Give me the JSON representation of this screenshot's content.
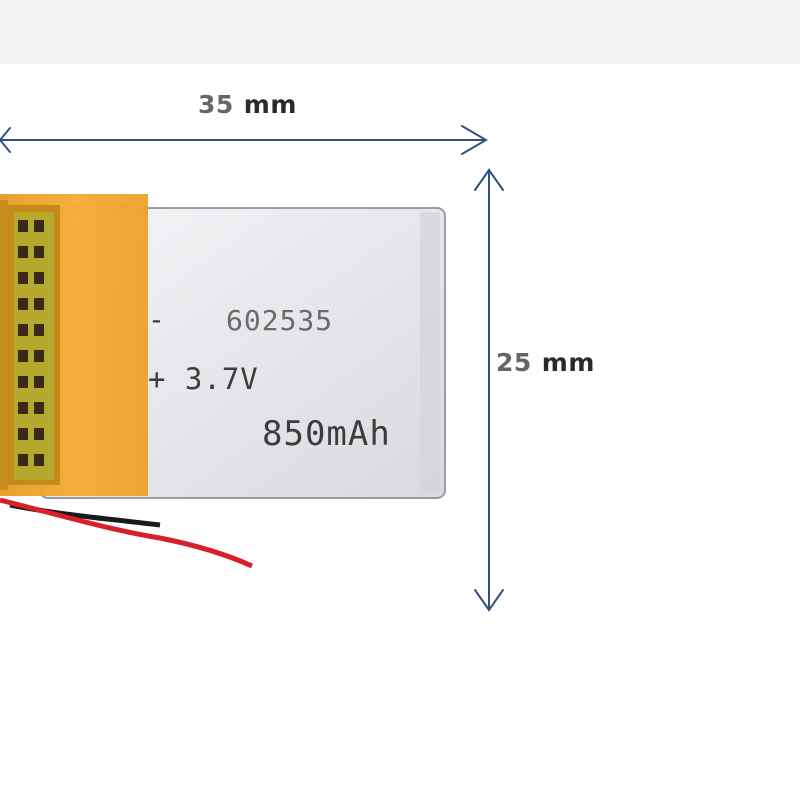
{
  "dimensions": {
    "width": {
      "value": "35",
      "unit": "mm"
    },
    "height": {
      "value": "25",
      "unit": "mm"
    }
  },
  "battery": {
    "minus_sign": "-",
    "model": "602535",
    "voltage": "+ 3.7V",
    "capacity": "850mAh",
    "colors": {
      "cell_silver": "#e9eaed",
      "kapton_tape": "#f0a42a",
      "wire_red": "#d8202a",
      "wire_black": "#1a1a1a",
      "arrow_blue": "#34507f"
    }
  }
}
